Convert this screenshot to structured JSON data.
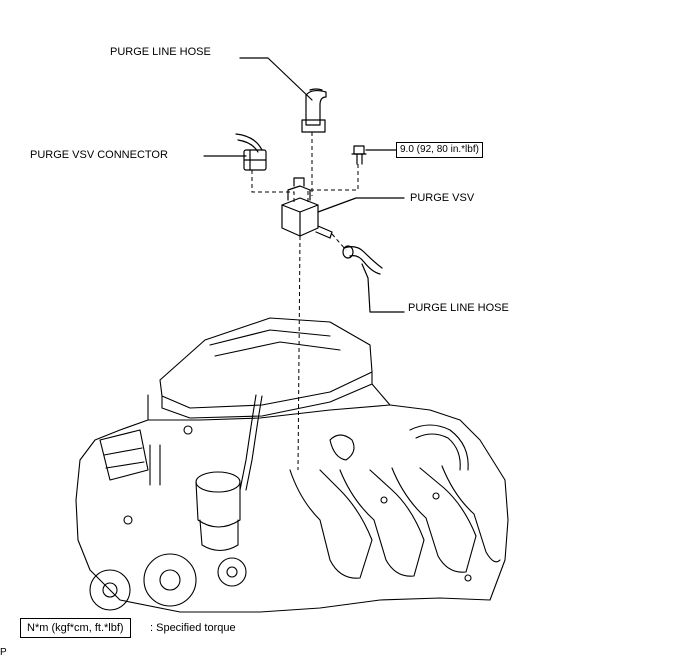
{
  "labels": {
    "purge_line_hose_top": "PURGE LINE HOSE",
    "purge_vsv_connector": "PURGE VSV CONNECTOR",
    "purge_vsv": "PURGE VSV",
    "purge_line_hose_bottom": "PURGE LINE HOSE"
  },
  "torque": {
    "value": "9.0 (92, 80 in.*lbf)"
  },
  "legend": {
    "unit_box": "N*m (kgf*cm, ft.*lbf)",
    "description": ": Specified torque"
  },
  "corner_code": "P"
}
